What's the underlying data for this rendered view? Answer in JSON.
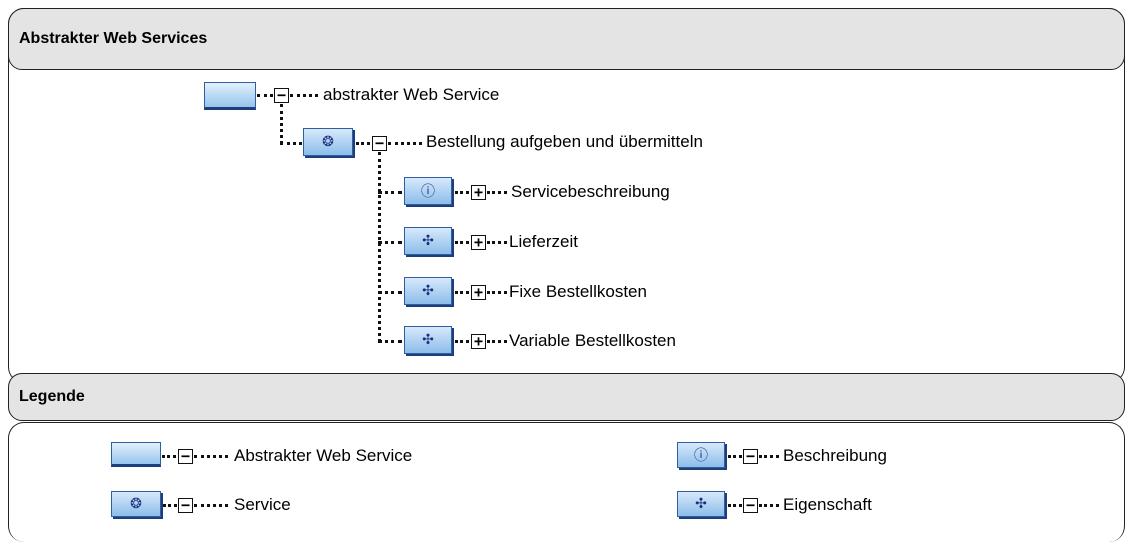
{
  "sections": {
    "main_title": "Abstrakter Web Services",
    "legend_title": "Legende"
  },
  "tree": {
    "root": {
      "label": "abstrakter Web Service",
      "toggle": "−"
    },
    "service": {
      "label": "Bestellung aufgeben und übermitteln",
      "toggle": "−"
    },
    "children": [
      {
        "label": "Servicebeschreibung",
        "toggle": "+",
        "icon": "info-icon"
      },
      {
        "label": "Lieferzeit",
        "toggle": "+",
        "icon": "property-icon"
      },
      {
        "label": "Fixe Bestellkosten",
        "toggle": "+",
        "icon": "property-icon"
      },
      {
        "label": "Variable Bestellkosten",
        "toggle": "+",
        "icon": "property-icon"
      }
    ]
  },
  "legend": {
    "items": [
      {
        "label": "Abstrakter Web Service",
        "toggle": "−"
      },
      {
        "label": "Service",
        "toggle": "−"
      },
      {
        "label": "Beschreibung",
        "toggle": "−"
      },
      {
        "label": "Eigenschaft",
        "toggle": "−"
      }
    ]
  },
  "glyphs": {
    "service": "❂",
    "info": "ⓘ",
    "property": "✣"
  },
  "colors": {
    "node_top": "#d7e9fb",
    "node_bottom": "#8cbdea",
    "node_border": "#2f5fa0",
    "header_bg": "#e4e4e4"
  }
}
